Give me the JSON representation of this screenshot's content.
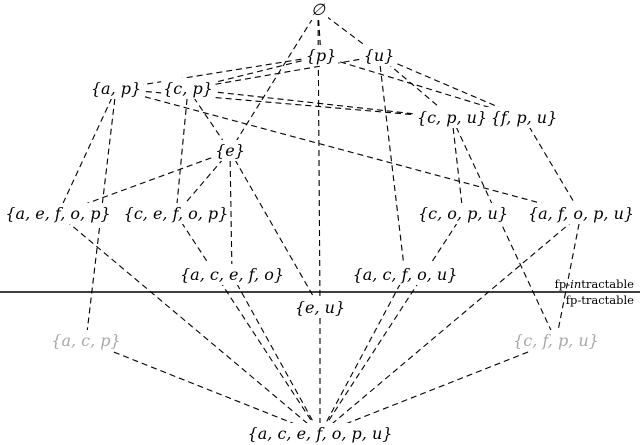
{
  "nodes": [
    {
      "id": "empty",
      "label": "∅",
      "muted": false
    },
    {
      "id": "p",
      "label": "{p}",
      "muted": false
    },
    {
      "id": "u",
      "label": "{u}",
      "muted": false
    },
    {
      "id": "ap",
      "label": "{a, p}",
      "muted": false
    },
    {
      "id": "cp",
      "label": "{c, p}",
      "muted": false
    },
    {
      "id": "cpu",
      "label": "{c, p, u}",
      "muted": false
    },
    {
      "id": "fpu",
      "label": "{f, p, u}",
      "muted": false
    },
    {
      "id": "e",
      "label": "{e}",
      "muted": false
    },
    {
      "id": "aefop",
      "label": "{a, e, f, o, p}",
      "muted": false
    },
    {
      "id": "cefop",
      "label": "{c, e, f, o, p}",
      "muted": false
    },
    {
      "id": "copu",
      "label": "{c, o, p, u}",
      "muted": false
    },
    {
      "id": "afopu",
      "label": "{a, f, o, p, u}",
      "muted": false
    },
    {
      "id": "acefo",
      "label": "{a, c, e, f, o}",
      "muted": false
    },
    {
      "id": "acfou",
      "label": "{a, c, f, o, u}",
      "muted": false
    },
    {
      "id": "eu",
      "label": "{e, u}",
      "muted": false
    },
    {
      "id": "acp",
      "label": "{a, c, p}",
      "muted": true
    },
    {
      "id": "cfpu",
      "label": "{c, f, p, u}",
      "muted": true
    },
    {
      "id": "all",
      "label": "{a, c, e, f, o, p, u}",
      "muted": false
    }
  ],
  "edges": [
    [
      "empty",
      "p"
    ],
    [
      "empty",
      "u"
    ],
    [
      "empty",
      "e"
    ],
    [
      "empty",
      "eu"
    ],
    [
      "p",
      "ap"
    ],
    [
      "p",
      "cp"
    ],
    [
      "p",
      "fpu"
    ],
    [
      "u",
      "cp"
    ],
    [
      "u",
      "cpu"
    ],
    [
      "u",
      "fpu"
    ],
    [
      "u",
      "acfou"
    ],
    [
      "ap",
      "cpu"
    ],
    [
      "ap",
      "aefop"
    ],
    [
      "ap",
      "acp"
    ],
    [
      "ap",
      "afopu"
    ],
    [
      "cp",
      "cpu"
    ],
    [
      "cp",
      "cefop"
    ],
    [
      "cp",
      "e"
    ],
    [
      "e",
      "aefop"
    ],
    [
      "e",
      "cefop"
    ],
    [
      "e",
      "acefo"
    ],
    [
      "e",
      "eu"
    ],
    [
      "aefop",
      "all"
    ],
    [
      "cefop",
      "all"
    ],
    [
      "cpu",
      "copu"
    ],
    [
      "cpu",
      "cfpu"
    ],
    [
      "fpu",
      "afopu"
    ],
    [
      "copu",
      "all"
    ],
    [
      "afopu",
      "all"
    ],
    [
      "afopu",
      "cfpu"
    ],
    [
      "acefo",
      "all"
    ],
    [
      "acfou",
      "all"
    ],
    [
      "eu",
      "all"
    ],
    [
      "acp",
      "all"
    ],
    [
      "cfpu",
      "all"
    ]
  ],
  "regions": {
    "above_prefix": "fp-",
    "above_italic": "in",
    "above_suffix": "tractable",
    "below": "fp-tractable"
  }
}
